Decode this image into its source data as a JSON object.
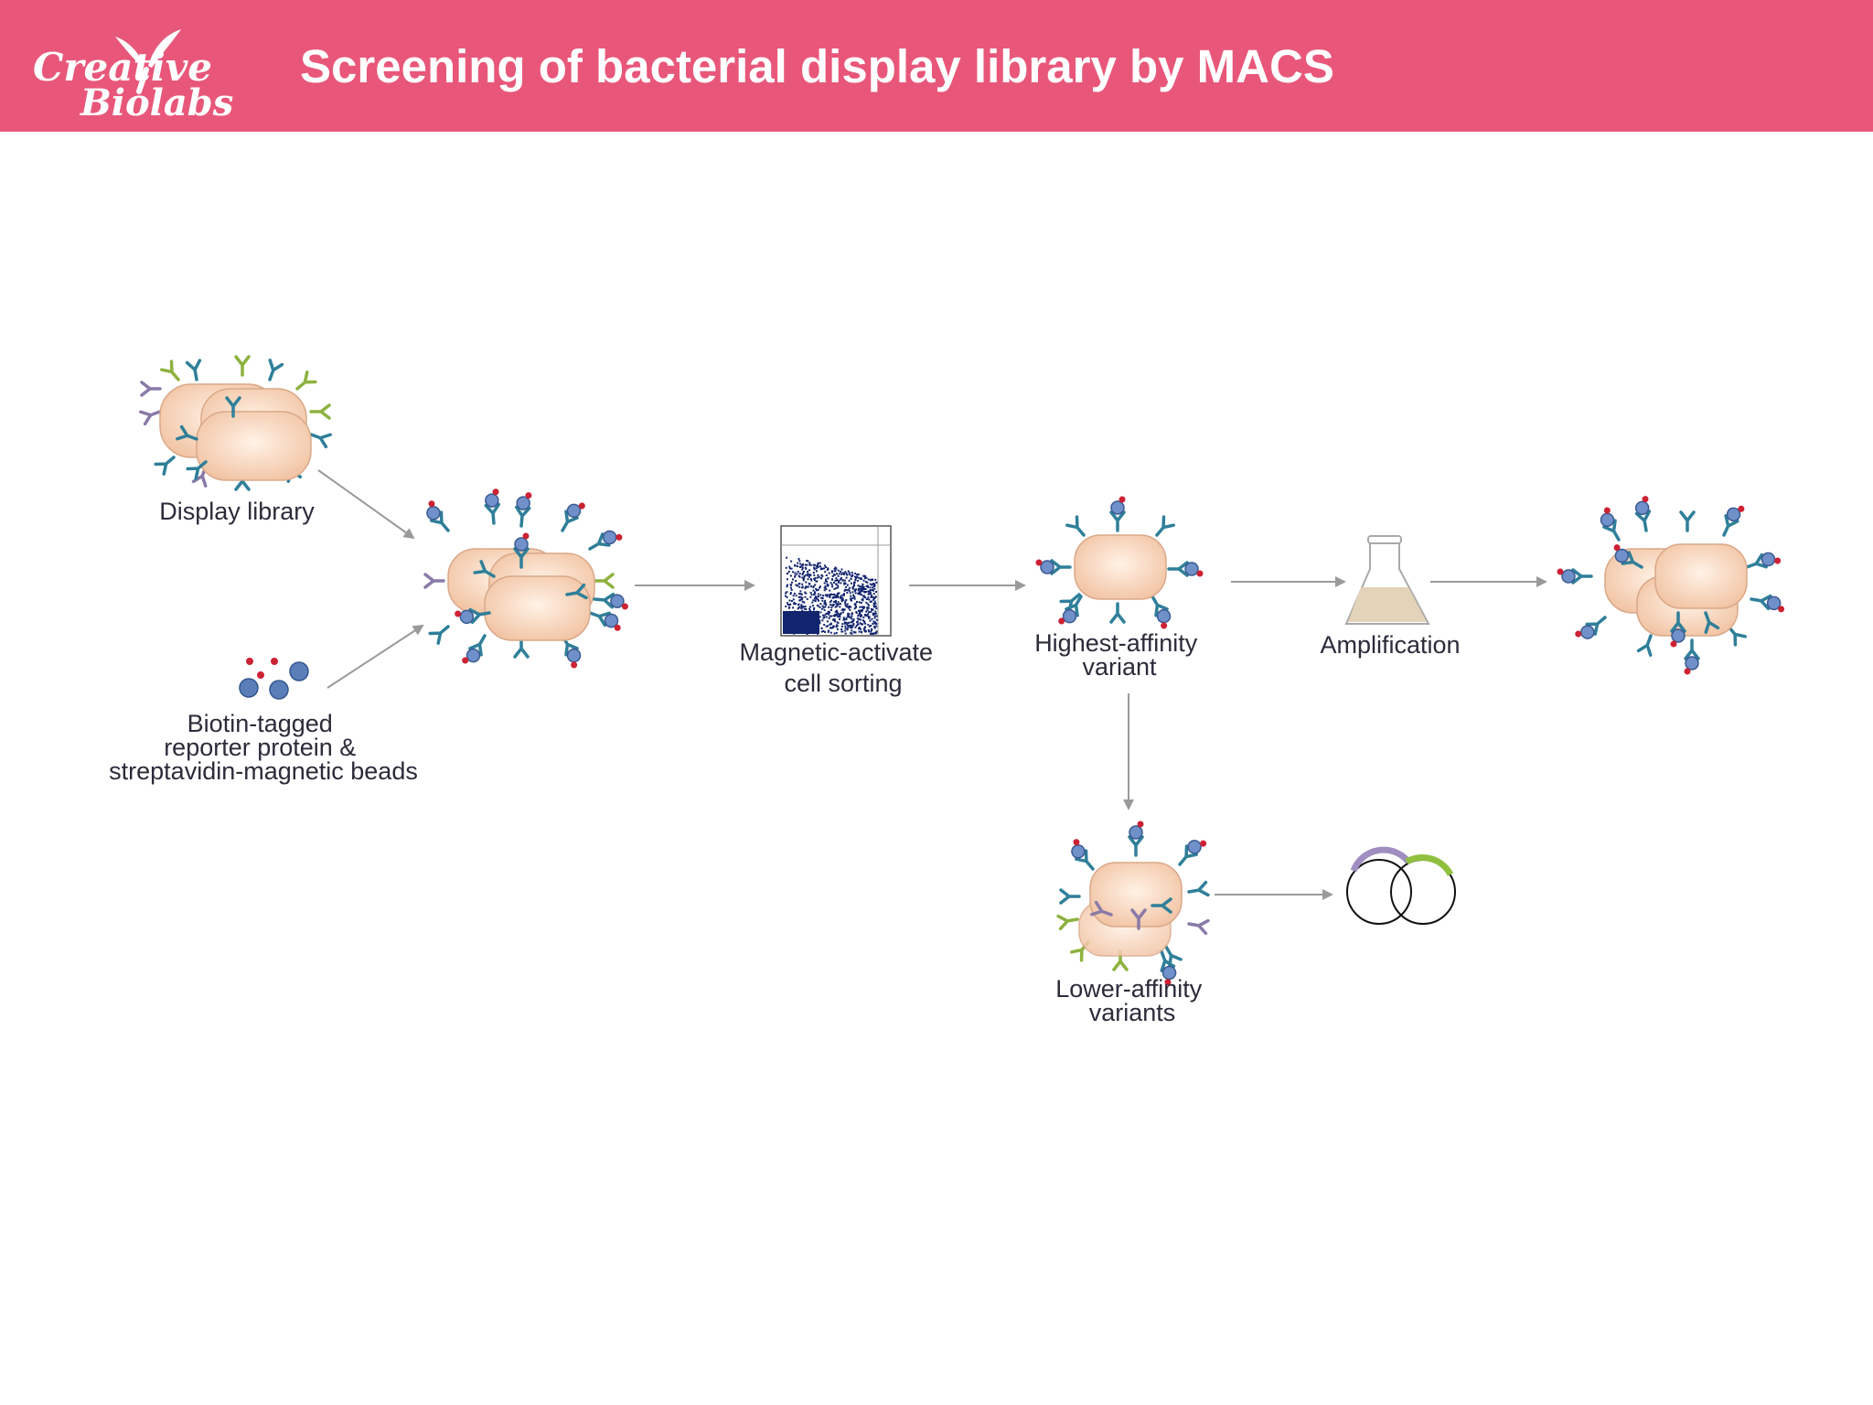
{
  "header": {
    "logo_line1": "Creative",
    "logo_line2": "Biolabs",
    "title": "Screening of bacterial display library by MACS"
  },
  "diagram": {
    "labels": {
      "display_library": "Display library",
      "reagents": [
        "Biotin-tagged",
        "reporter protein &",
        "streptavidin-magnetic beads"
      ],
      "sorting": [
        "Magnetic-activate",
        "cell sorting"
      ],
      "highest": [
        "Highest-affinity",
        "variant"
      ],
      "amplification": "Amplification",
      "lower": [
        "Lower-affinity",
        "variants"
      ]
    }
  },
  "colors": {
    "header": "#e8577a",
    "cell_fill": "#f8d8c0",
    "antibody_teal": "#2f7f99",
    "antibody_green": "#8db23f",
    "antibody_purple": "#8a7aa8",
    "bead_blue": "#5a7fb8",
    "biotin_red": "#cc2233",
    "scatter_navy": "#12246e",
    "arrow": "#9a9a9a",
    "flask_liquid": "#e3d3b8"
  }
}
